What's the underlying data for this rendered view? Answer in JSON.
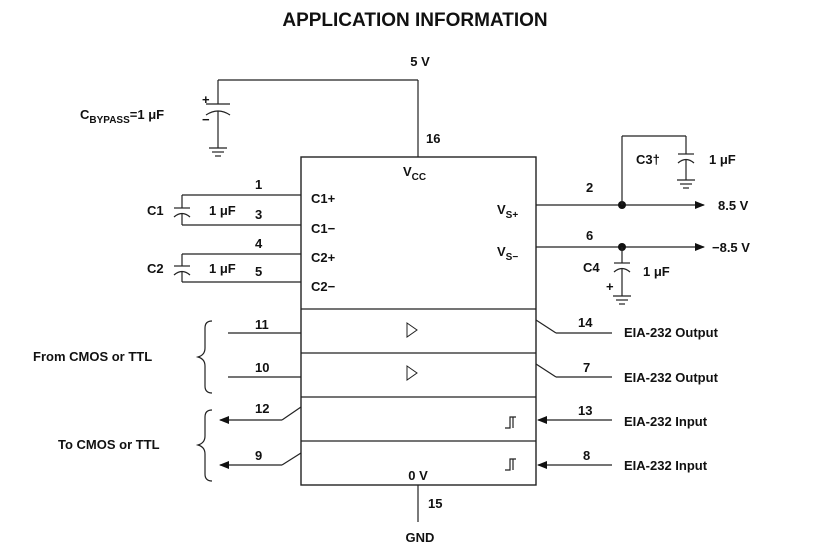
{
  "title": "APPLICATION INFORMATION",
  "supply": {
    "voltage": "5 V",
    "gnd_label": "GND",
    "ground_voltage": "0 V"
  },
  "bypass": {
    "prefix": "C",
    "sub": "BYPASS",
    "value": "=1 μF"
  },
  "pins": {
    "vcc": "16",
    "c1p": "1",
    "c1m": "3",
    "c2p": "4",
    "c2m": "5",
    "vsp": "2",
    "vsm": "6",
    "gnd": "15",
    "d1in": "11",
    "d2in": "10",
    "r1out": "12",
    "r2out": "9",
    "d1out": "14",
    "d2out": "7",
    "r1in": "13",
    "r2in": "8"
  },
  "chip": {
    "vcc_main": "V",
    "vcc_sub": "CC",
    "c1p": "C1+",
    "c1m": "C1−",
    "c2p": "C2+",
    "c2m": "C2−",
    "vsp_main": "V",
    "vsp_sub": "S+",
    "vsm_main": "V",
    "vsm_sub": "S−"
  },
  "capacitors": {
    "c1": {
      "name": "C1",
      "value": "1 μF"
    },
    "c2": {
      "name": "C2",
      "value": "1 μF"
    },
    "c3": {
      "name": "C3",
      "dagger": "†",
      "value": "1 μF"
    },
    "c4": {
      "name": "C4",
      "value": "1 μF"
    }
  },
  "outputs": {
    "vsp": "8.5 V",
    "vsm": "−8.5 V"
  },
  "groups": {
    "from": "From CMOS or TTL",
    "to": "To CMOS or TTL"
  },
  "io": {
    "out1": "EIA-232 Output",
    "out2": "EIA-232 Output",
    "in1": "EIA-232 Input",
    "in2": "EIA-232 Input"
  },
  "polarity": {
    "plus": "+",
    "minus": "−"
  }
}
